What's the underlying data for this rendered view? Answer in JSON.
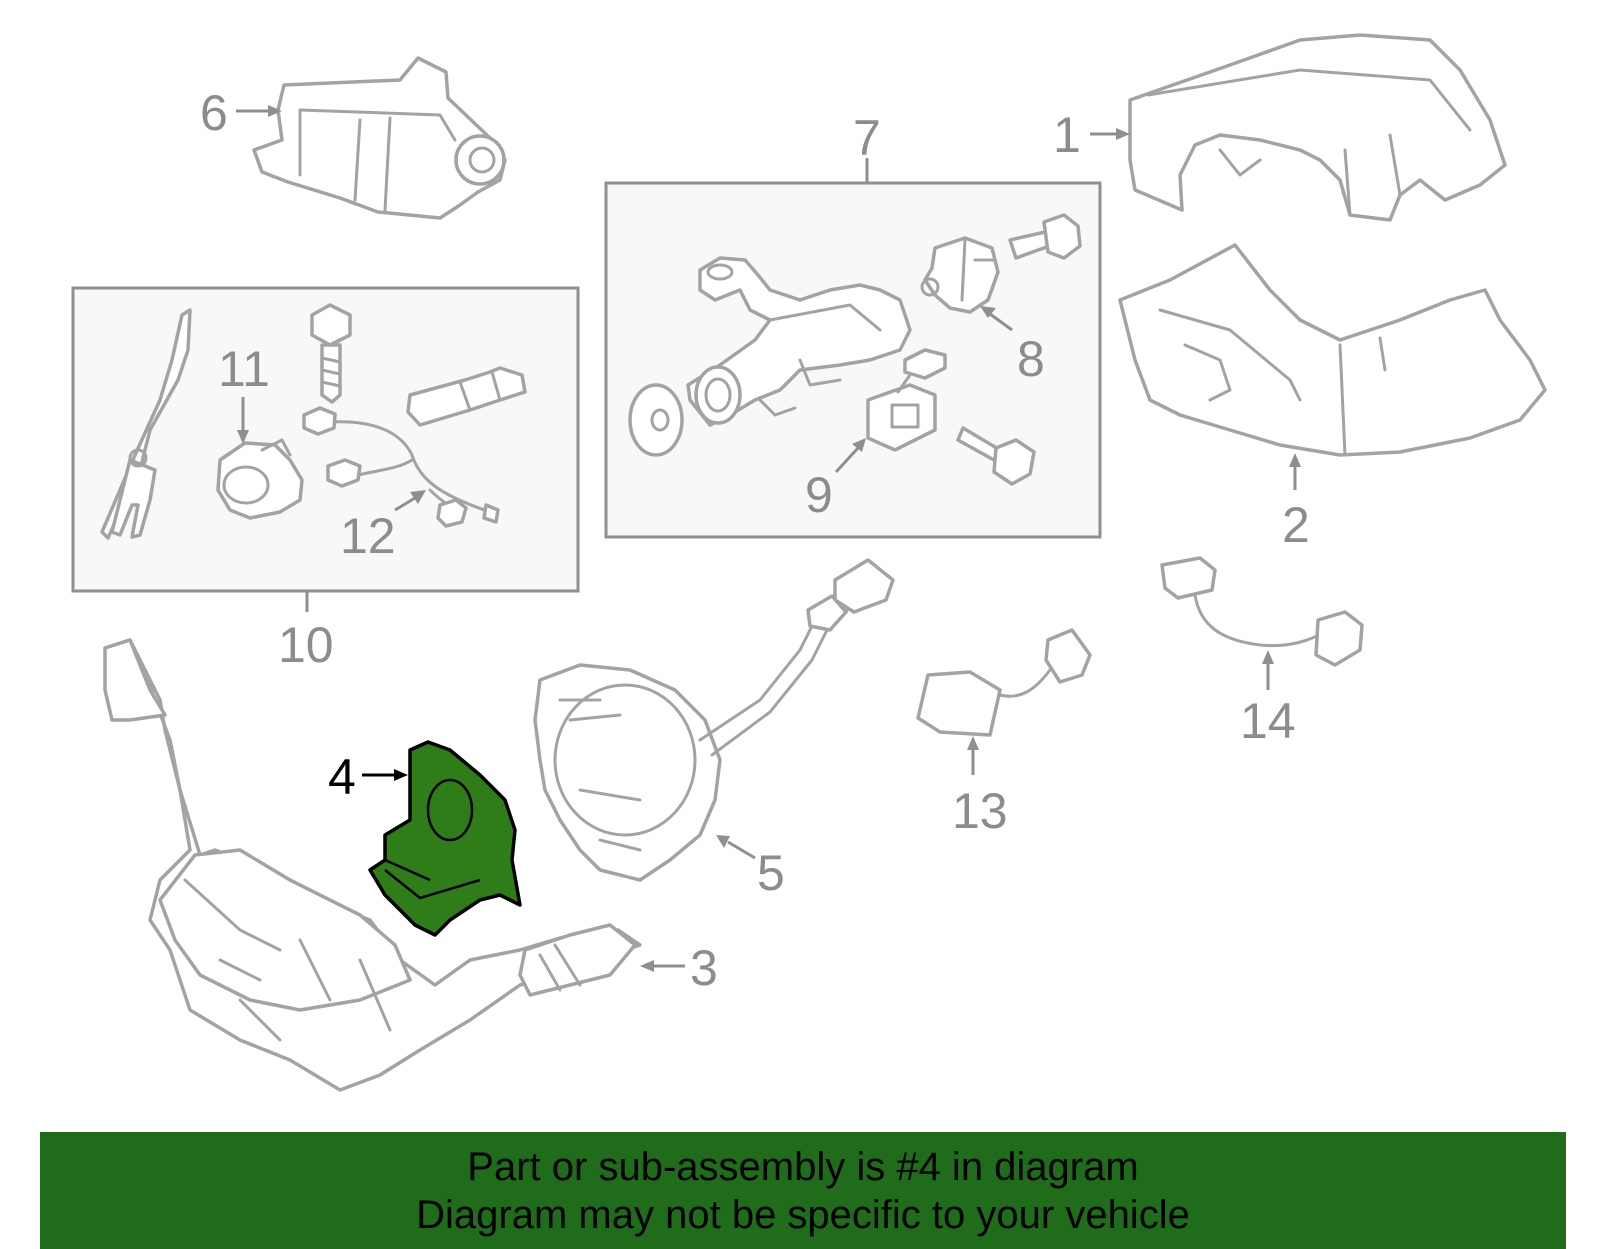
{
  "diagram": {
    "callouts": {
      "c1": "1",
      "c2": "2",
      "c3": "3",
      "c4": "4",
      "c5": "5",
      "c6": "6",
      "c7": "7",
      "c8": "8",
      "c9": "9",
      "c10": "10",
      "c11": "11",
      "c12": "12",
      "c13": "13",
      "c14": "14"
    },
    "highlighted_part": "4",
    "colors": {
      "highlight_fill": "#2f7d19",
      "banner_background": "#1f6d1b",
      "part_outline": "#a3a3a3",
      "callout_text": "#8c8c8c"
    }
  },
  "banner": {
    "line1": "Part or sub-assembly is #4 in diagram",
    "line2": "Diagram may not be specific to your vehicle"
  }
}
